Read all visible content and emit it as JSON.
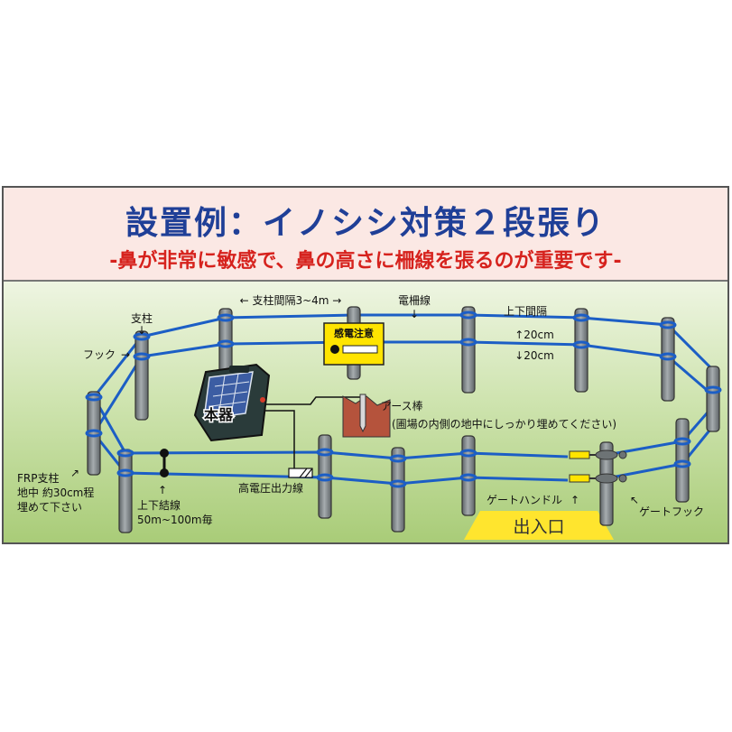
{
  "title": "設置例：イノシシ対策２段張り",
  "subtitle": "-鼻が非常に敏感で、鼻の高さに柵線を張るのが重要です-",
  "labels": {
    "post": "支柱",
    "hook": "フック",
    "post_spacing": "← 支柱間隔3~4m →",
    "wire": "電柵線",
    "vertical_spacing": "上下間隔",
    "spacing_top": "↑20cm",
    "spacing_bottom": "↓20cm",
    "warning_sign": "感電注意",
    "unit": "本器",
    "earth_rod": "アース棒",
    "earth_note": "(圃場の内側の地中にしっかり埋めてください)",
    "frp_post_1": "FRP支柱",
    "frp_post_2": "地中 約30cm程",
    "frp_post_3": "埋めて下さい",
    "tie_wire_1": "上下結線",
    "tie_wire_2": "50m~100m毎",
    "hv_output": "高電圧出力線",
    "gate_handle": "ゲートハンドル",
    "gate_hook": "ゲートフック",
    "entrance": "出入口"
  },
  "colors": {
    "title": "#1f3f97",
    "subtitle": "#d6221d",
    "header_bg": "#fbe8e4",
    "wire": "#1c5ec5",
    "post": "#8c9295",
    "sign": "#ffe400",
    "entrance": "#ffe52e",
    "grass": "#b9d88d"
  },
  "icons": [
    "post-icon",
    "energizer-unit-icon",
    "warning-sign-icon",
    "earth-rod-icon",
    "gate-handle-icon",
    "gate-hook-icon"
  ]
}
